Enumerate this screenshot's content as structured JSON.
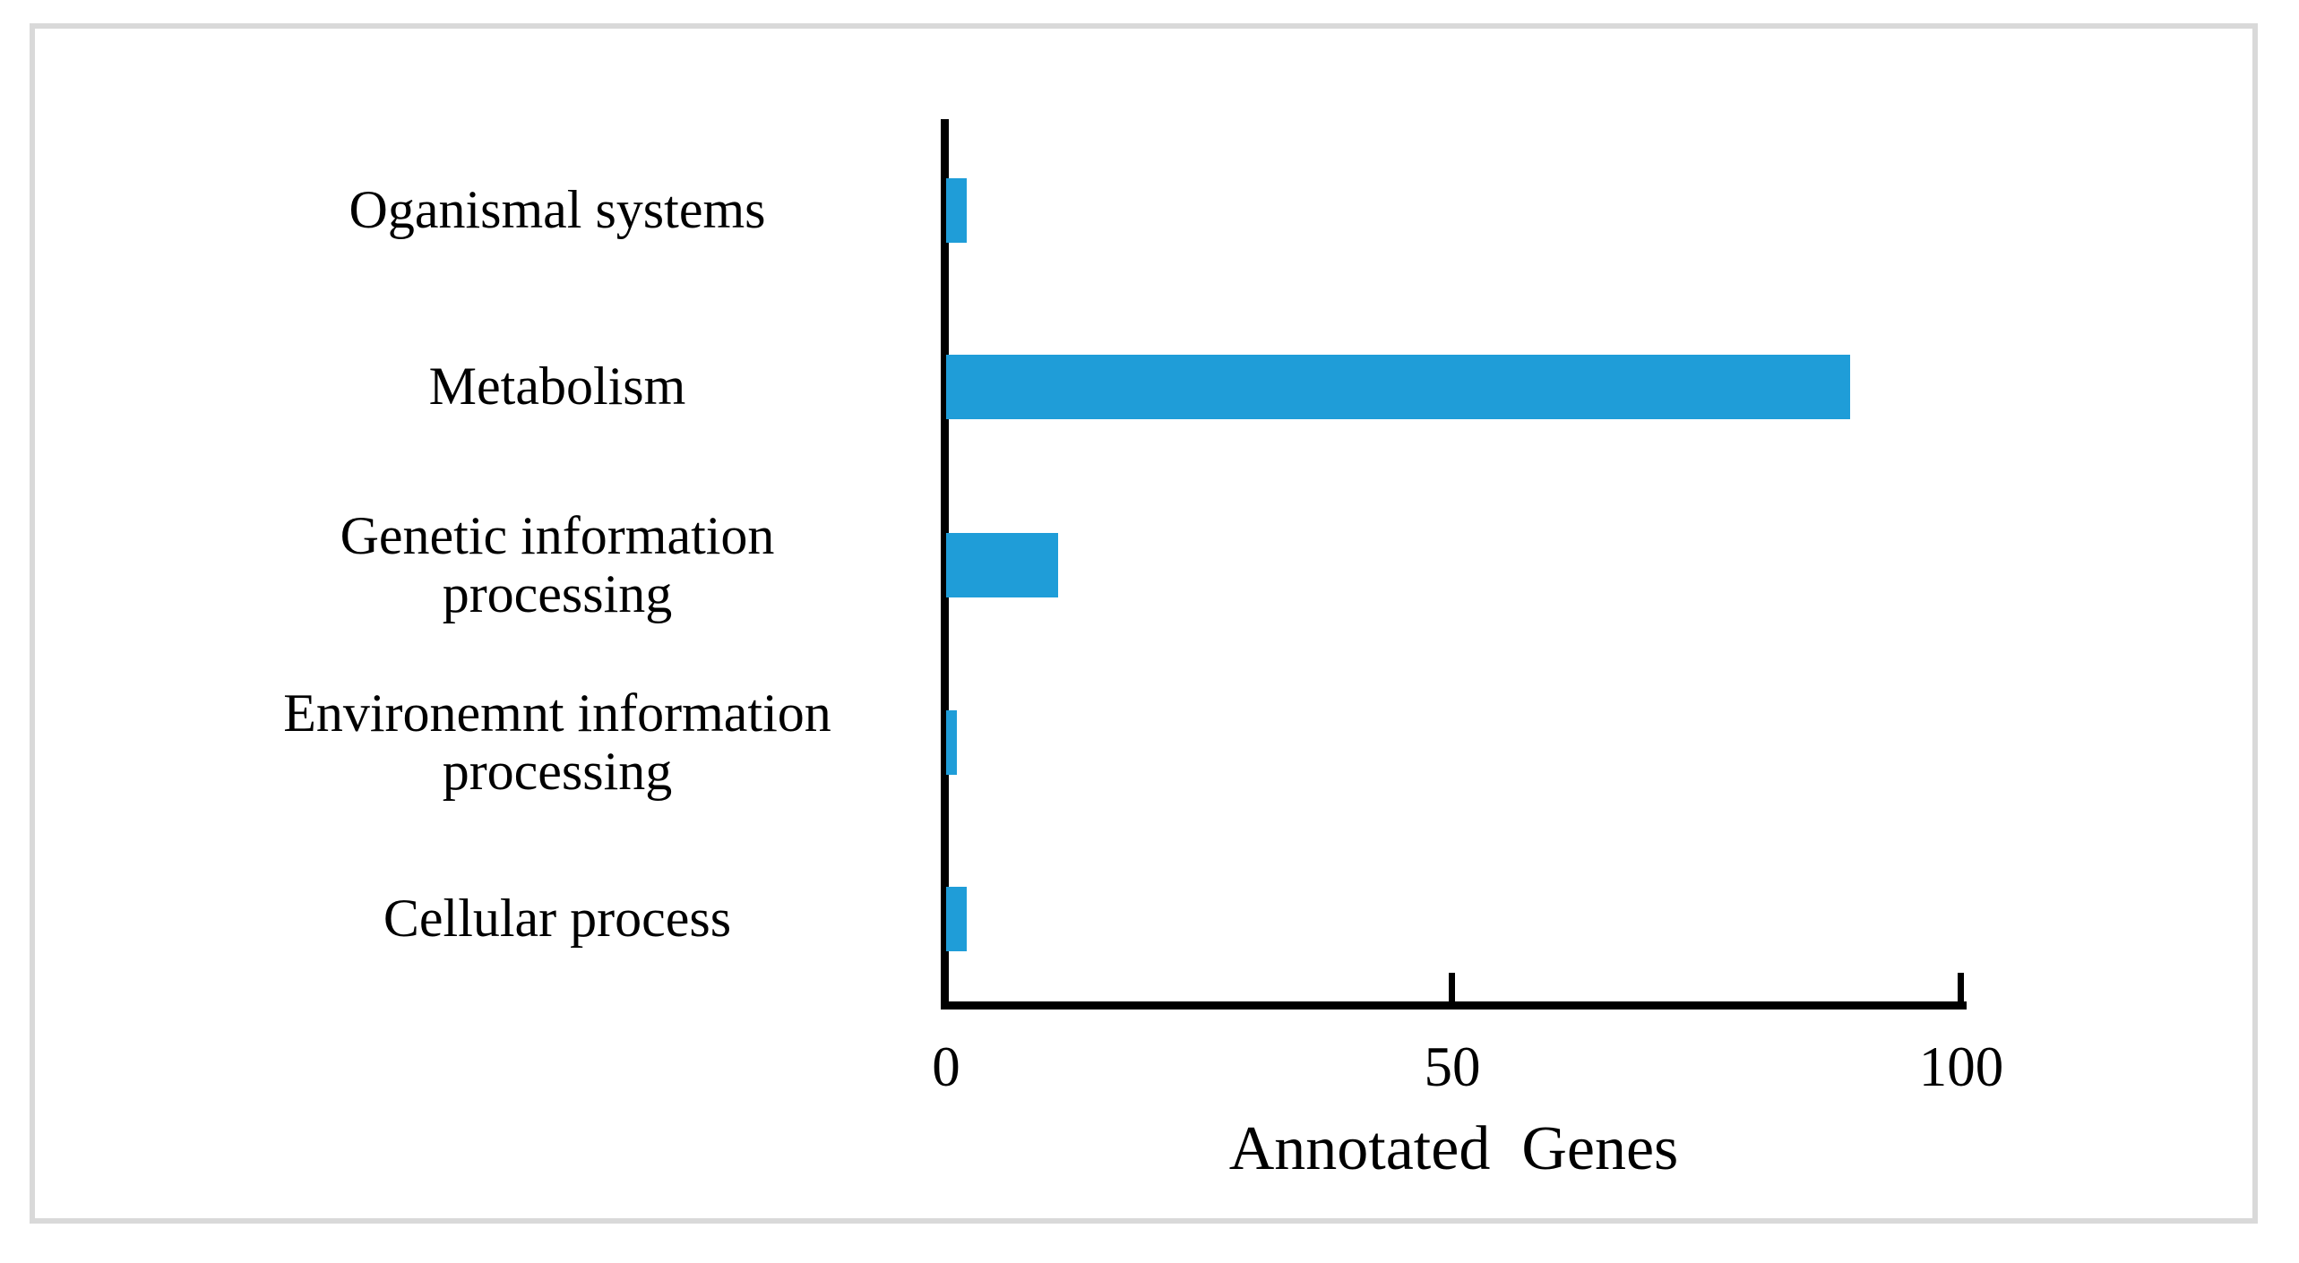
{
  "figure": {
    "border_color": "#d9d9d9",
    "bar_color": "#1f9dd8",
    "axis_color": "#000000",
    "background": "#ffffff"
  },
  "chart_data": {
    "type": "bar",
    "orientation": "horizontal",
    "title": "",
    "subtitle": "",
    "xlabel": "Annotated  Genes",
    "ylabel": "",
    "xlim": [
      0,
      100
    ],
    "xticks": [
      "0",
      "50",
      "100"
    ],
    "xtick_values": [
      0,
      50,
      100
    ],
    "grid": false,
    "legend": "none",
    "categories": [
      "Oganismal systems",
      "Metabolism",
      "Genetic information\nprocessing",
      "Environemnt information\nprocessing",
      "Cellular  process"
    ],
    "values": [
      2,
      89,
      11,
      1,
      2
    ],
    "series": [
      {
        "name": "Annotated Genes",
        "values": [
          2,
          89,
          11,
          1,
          2
        ]
      }
    ],
    "bars": [
      {
        "label": "Oganismal systems",
        "value": 2
      },
      {
        "label": "Metabolism",
        "value": 89
      },
      {
        "label": "Genetic information processing",
        "value": 11
      },
      {
        "label": "Environemnt information processing",
        "value": 1
      },
      {
        "label": "Cellular  process",
        "value": 2
      }
    ]
  }
}
